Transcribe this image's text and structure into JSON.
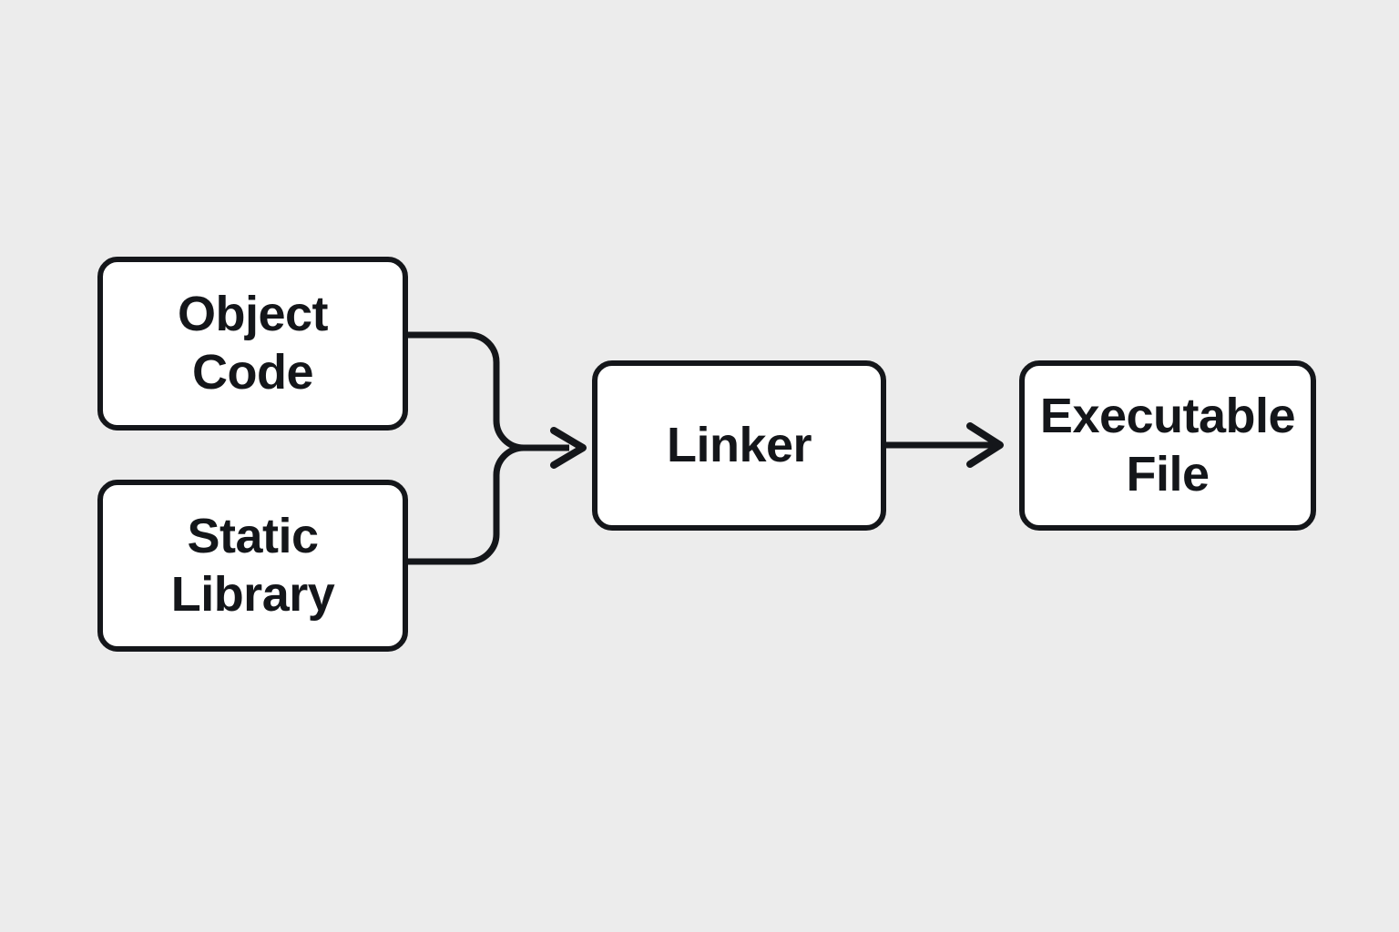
{
  "diagram": {
    "title": "Linker flow diagram",
    "background_color": "#ececec",
    "stroke_color": "#14161a",
    "node_fill_color": "#ffffff",
    "nodes": [
      {
        "id": "object-code",
        "label": "Object\nCode"
      },
      {
        "id": "static-library",
        "label": "Static\nLibrary"
      },
      {
        "id": "linker",
        "label": "Linker"
      },
      {
        "id": "executable-file",
        "label": "Executable\nFile"
      }
    ],
    "connectors": [
      {
        "id": "object-code-to-linker",
        "from": "object-code",
        "to": "linker",
        "arrowhead": true
      },
      {
        "id": "static-library-to-linker",
        "from": "static-library",
        "to": "linker",
        "arrowhead": true
      },
      {
        "id": "linker-to-executable-file",
        "from": "linker",
        "to": "executable-file",
        "arrowhead": true
      }
    ]
  }
}
